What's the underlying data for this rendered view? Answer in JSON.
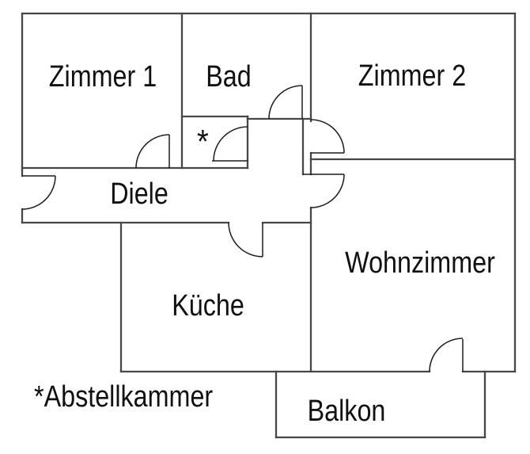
{
  "rooms": {
    "zimmer1": "Zimmer 1",
    "bad": "Bad",
    "zimmer2": "Zimmer 2",
    "diele": "Diele",
    "kueche": "Küche",
    "wohnzimmer": "Wohnzimmer",
    "balkon": "Balkon"
  },
  "closet_marker": "*",
  "footnote": "*Abstellkammer",
  "colors": {
    "wall": "#474747",
    "door": "#1c1c1c",
    "text": "#111111",
    "bg": "#ffffff"
  }
}
